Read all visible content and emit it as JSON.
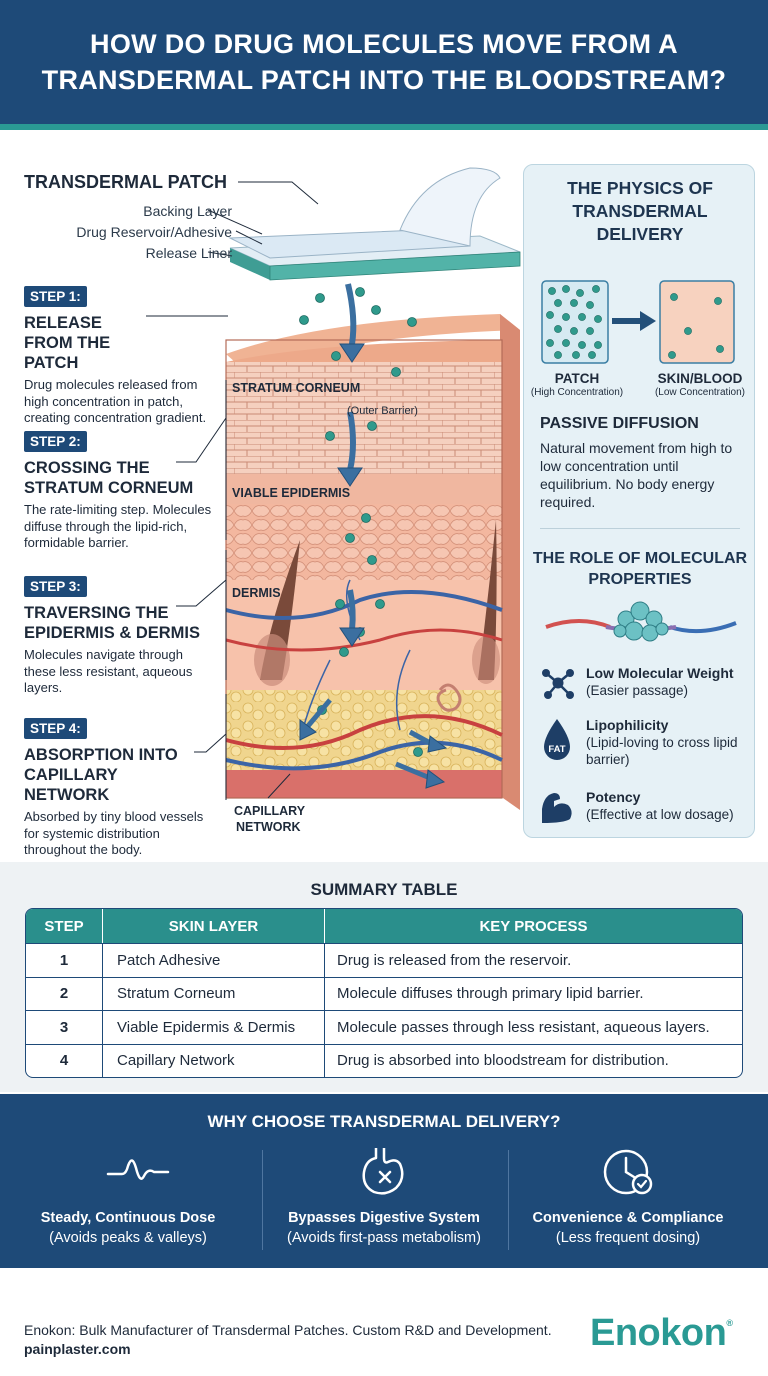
{
  "header": {
    "title": "HOW DO DRUG MOLECULES MOVE FROM A TRANSDERMAL PATCH INTO THE BLOODSTREAM?"
  },
  "patch": {
    "title": "TRANSDERMAL PATCH",
    "layers": [
      "Backing Layer",
      "Drug Reservoir/Adhesive",
      "Release Liner"
    ]
  },
  "skin_labels": {
    "stratum_corneum": "STRATUM CORNEUM",
    "stratum_corneum_note": "(Outer Barrier)",
    "viable_epidermis": "VIABLE EPIDERMIS",
    "dermis": "DERMIS",
    "capillary_line1": "CAPILLARY",
    "capillary_line2": "NETWORK"
  },
  "steps": [
    {
      "badge": "STEP 1:",
      "title": "RELEASE FROM THE PATCH",
      "desc": "Drug molecules released from high concentration in patch, creating concentration gradient."
    },
    {
      "badge": "STEP 2:",
      "title": "CROSSING THE STRATUM CORNEUM",
      "desc": "The rate-limiting step. Molecules diffuse through the lipid-rich, formidable barrier."
    },
    {
      "badge": "STEP 3:",
      "title": "TRAVERSING THE EPIDERMIS & DERMIS",
      "desc": "Molecules navigate through these less resistant, aqueous layers."
    },
    {
      "badge": "STEP 4:",
      "title": "ABSORPTION INTO CAPILLARY NETWORK",
      "desc": "Absorbed by tiny blood vessels for systemic distribution throughout the body."
    }
  ],
  "physics": {
    "title": "THE PHYSICS OF TRANSDERMAL DELIVERY",
    "patch_label": "PATCH",
    "patch_sub": "(High Concentration)",
    "skin_label": "SKIN/BLOOD",
    "skin_sub": "(Low Concentration)",
    "diffusion_title": "PASSIVE DIFFUSION",
    "diffusion_text": "Natural movement from high to low concentration until equilibrium. No body energy required.",
    "role_title": "THE ROLE OF MOLECULAR PROPERTIES",
    "fat_label": "FAT",
    "properties": [
      {
        "name": "Low Molecular Weight",
        "note": "(Easier passage)",
        "icon": "molecule-icon"
      },
      {
        "name": "Lipophilicity",
        "note": "(Lipid-loving to cross lipid barrier)",
        "icon": "fat-drop-icon"
      },
      {
        "name": "Potency",
        "note": "(Effective at low dosage)",
        "icon": "muscle-arm-icon"
      }
    ]
  },
  "summary": {
    "title": "SUMMARY TABLE",
    "columns": [
      "STEP",
      "SKIN LAYER",
      "KEY PROCESS"
    ],
    "rows": [
      [
        "1",
        "Patch Adhesive",
        "Drug is released from the reservoir."
      ],
      [
        "2",
        "Stratum Corneum",
        "Molecule diffuses through primary lipid barrier."
      ],
      [
        "3",
        "Viable Epidermis & Dermis",
        "Molecule passes through less resistant, aqueous layers."
      ],
      [
        "4",
        "Capillary Network",
        "Drug is absorbed into bloodstream for distribution."
      ]
    ]
  },
  "why": {
    "title": "WHY CHOOSE TRANSDERMAL DELIVERY?",
    "items": [
      {
        "title": "Steady, Continuous Dose",
        "sub": "(Avoids peaks & valleys)",
        "icon": "pulse-wave-icon"
      },
      {
        "title": "Bypasses Digestive System",
        "sub": "(Avoids first-pass metabolism)",
        "icon": "stomach-icon"
      },
      {
        "title": "Convenience & Compliance",
        "sub": "(Less frequent dosing)",
        "icon": "clock-check-icon"
      }
    ]
  },
  "footer": {
    "text": "Enokon: Bulk Manufacturer of Transdermal Patches. Custom R&D and Development.",
    "url": "painplaster.com",
    "brand": "Enokon",
    "brand_mark": "®"
  },
  "colors": {
    "navy": "#1e4a78",
    "teal": "#2a9a94",
    "skin": "#f2b89c",
    "molecule": "#2f9a8c"
  }
}
